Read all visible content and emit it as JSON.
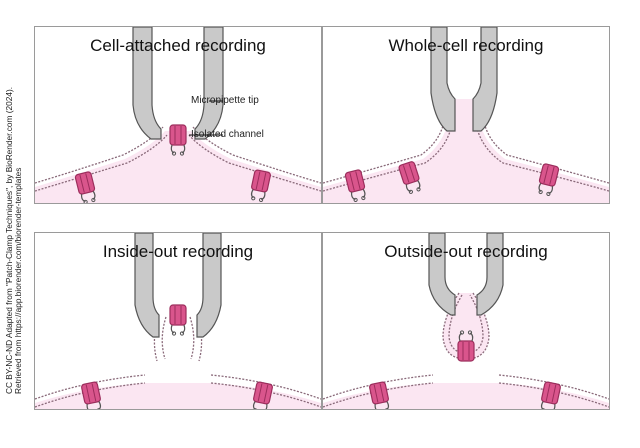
{
  "credit": {
    "line1": "CC BY-NC-ND Adapted from \"Patch-Clamp Techniques\", by BioRender.com (2024).",
    "line2": "Retrieved from https://app.biorender.com/biorender-templates"
  },
  "panels": [
    {
      "title": "Cell-attached recording"
    },
    {
      "title": "Whole-cell recording"
    },
    {
      "title": "Inside-out recording"
    },
    {
      "title": "Outside-out recording"
    }
  ],
  "annotations": {
    "pipette": "Micropipette tip",
    "channel": "Isolated channel"
  },
  "colors": {
    "cell_fill": "#fbe6f2",
    "membrane": "#8a6a7a",
    "channel": "#d9558c",
    "channel_dark": "#9c2d5c",
    "glass": "#c9c9c9",
    "glass_edge": "#555555",
    "border": "#9a9a9a"
  }
}
